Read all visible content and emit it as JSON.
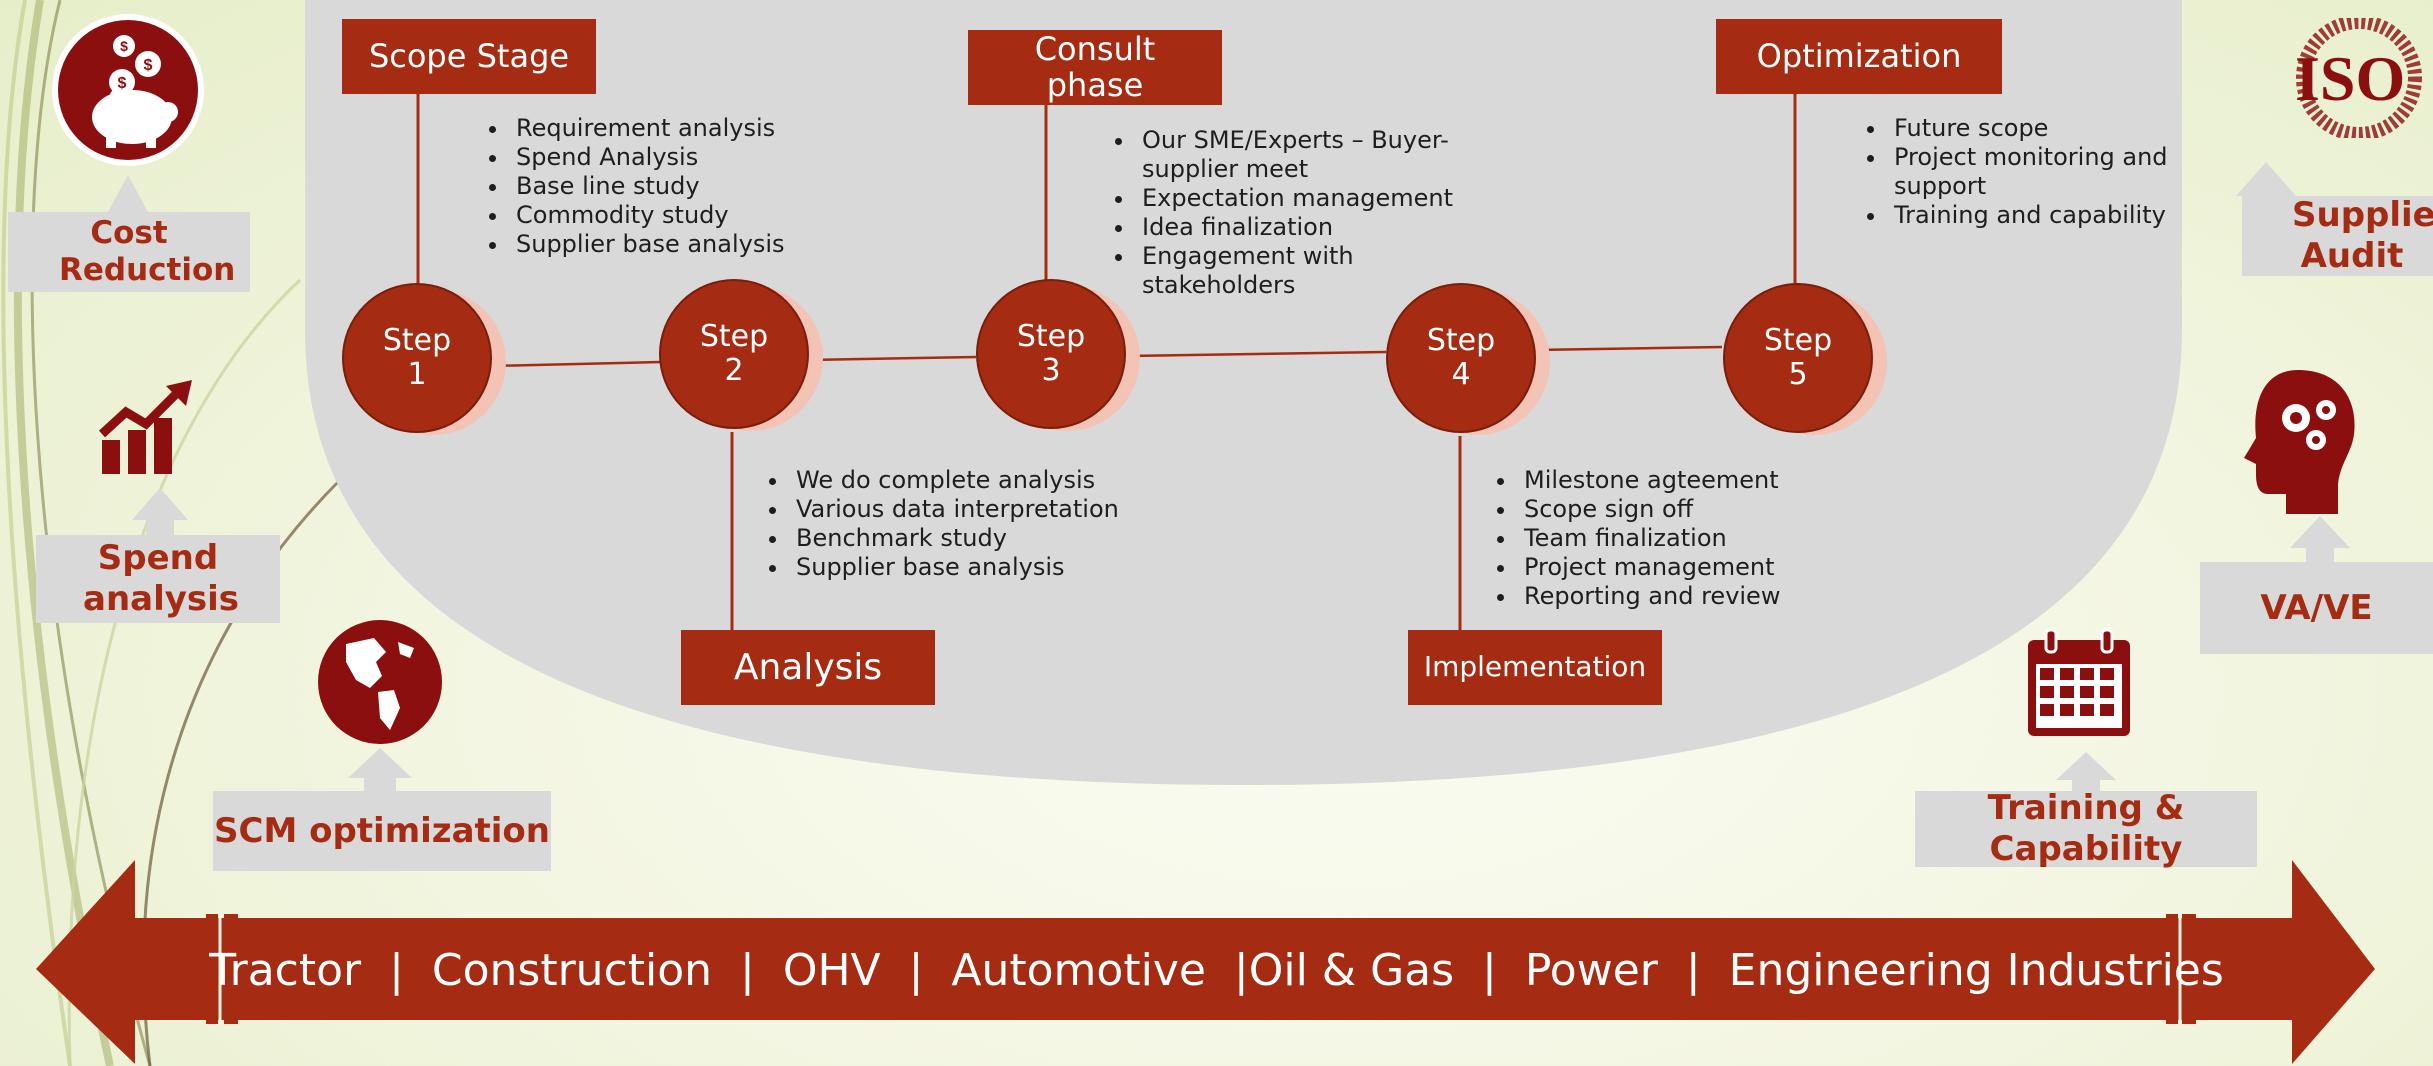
{
  "stages": {
    "scope": "Scope Stage",
    "consult": "Consult phase",
    "optimization": "Optimization",
    "analysis": "Analysis",
    "implementation": "Implementation"
  },
  "steps": [
    {
      "word": "Step",
      "num": "1"
    },
    {
      "word": "Step",
      "num": "2"
    },
    {
      "word": "Step",
      "num": "3"
    },
    {
      "word": "Step",
      "num": "4"
    },
    {
      "word": "Step",
      "num": "5"
    }
  ],
  "lists": {
    "scope": [
      "Requirement analysis",
      "Spend Analysis",
      "Base line study",
      "Commodity study",
      "Supplier base analysis"
    ],
    "consult": [
      "Our SME/Experts – Buyer-supplier meet",
      "Expectation management",
      "Idea finalization",
      "Engagement with stakeholders"
    ],
    "optimization": [
      "Future scope",
      "Project monitoring and support",
      "Training and capability"
    ],
    "analysis": [
      "We do complete analysis",
      "Various data interpretation",
      "Benchmark study",
      "Supplier base analysis"
    ],
    "implementation": [
      "Milestone agteement",
      "Scope sign off",
      "Team finalization",
      "Project management",
      "Reporting and review"
    ]
  },
  "side_labels": {
    "cost_reduction": "Cost Reduction",
    "spend_analysis": "Spend analysis",
    "scm_optimization": "SCM optimization",
    "supplier_audit": "Supplier Audit",
    "va_ve": "VA/VE",
    "training": "Training & Capability"
  },
  "icons": {
    "cost_reduction": "piggy-bank-icon",
    "spend_analysis": "growth-chart-icon",
    "scm_optimization": "globe-icon",
    "supplier_audit": "iso-icon",
    "va_ve": "head-gears-icon",
    "training": "calendar-icon"
  },
  "iso_text": "ISO",
  "banner": "Tractor  |  Construction  |  OHV  |  Automotive  |Oil & Gas  |  Power  |  Engineering Industries",
  "colors": {
    "brand_red": "#a52b12",
    "dark_red": "#8b0f0f",
    "panel_gray": "#d9d9d9",
    "label_gray": "#d9d9d9",
    "step_shadow": "#f3c3b6",
    "background": "#f3f6e2"
  }
}
